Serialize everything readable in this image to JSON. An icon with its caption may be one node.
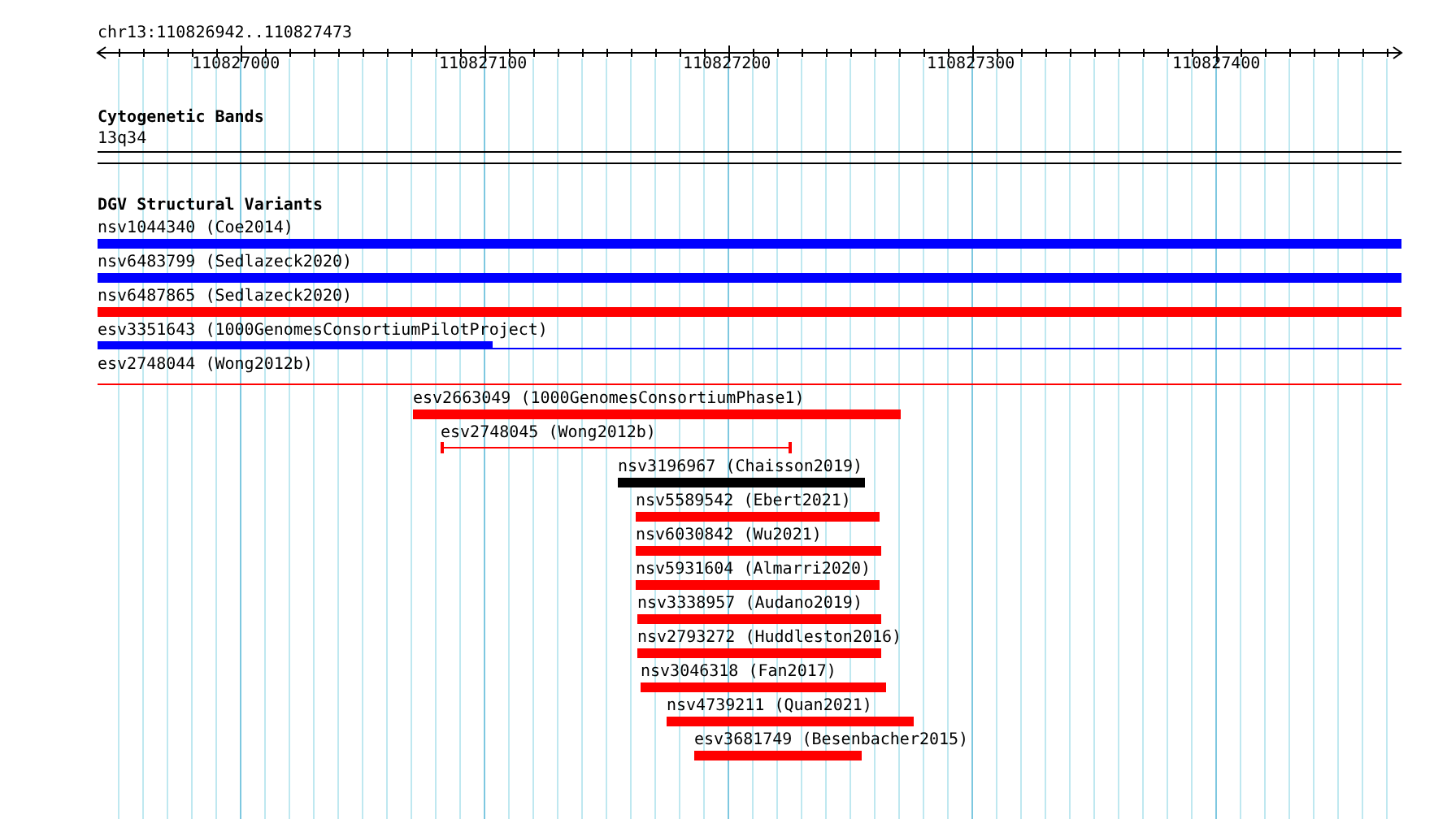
{
  "diagram": {
    "nodes": [
      {
        "text": [
          "nsv1044340 (Coe2014)"
        ]
      },
      {
        "text": [
          "nsv6483799 (Sedlazeck2020)"
        ]
      },
      {
        "text": [
          "nsv6487865 (Sedlazeck2020)"
        ]
      },
      {
        "text": [
          "esv3351643 (1000GenomesConsortiumPilotProject)"
        ]
      },
      {
        "text": [
          "esv2748044 (Wong2012b)"
        ]
      },
      {
        "text": [
          "esv2663049 (1000GenomesConsortiumPhase1)"
        ]
      },
      {
        "text": [
          "esv2748045 (Wong2012b)"
        ]
      },
      {
        "text": [
          "nsv3196967 (Chaisson2019)"
        ]
      },
      {
        "text": [
          "nsv5589542 (Ebert2021)"
        ]
      },
      {
        "text": [
          "nsv6030842 (Wu2021)"
        ]
      },
      {
        "text": [
          "nsv5931604 (Almarri2020)"
        ]
      },
      {
        "text": [
          "nsv3338957 (Audano2019)"
        ]
      },
      {
        "text": [
          "nsv2793272 (Huddleston2016)"
        ]
      },
      {
        "text": [
          "nsv3046318 (Fan2017)"
        ]
      },
      {
        "text": [
          "nsv4739211 (Quan2021)"
        ]
      },
      {
        "text": [
          "esv3681749 (Besenbacher2015)"
        ]
      }
    ],
    "labels": [
      "chr13:110826942..110827473",
      "110827000",
      "110827100",
      "110827200",
      "110827300",
      "110827400",
      "Cytogenetic Bands",
      "13q34",
      "DGV Structural Variants"
    ]
  }
}
